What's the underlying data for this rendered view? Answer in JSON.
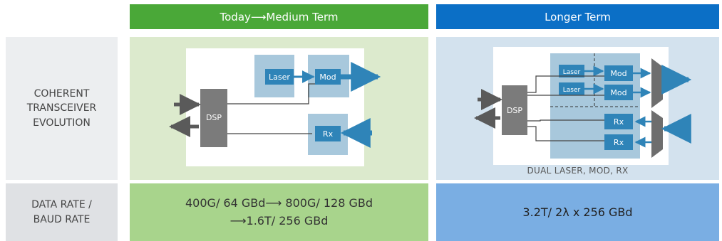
{
  "headers": {
    "green": "Today⟶Medium Term",
    "blue": "Longer Term"
  },
  "row_labels": {
    "top": [
      "COHERENT",
      "TRANSCEIVER",
      "EVOLUTION"
    ],
    "bottom": [
      "DATA RATE /",
      "BAUD RATE"
    ]
  },
  "diagram_left": {
    "dsp": "DSP",
    "laser": "Laser",
    "mod": "Mod",
    "rx": "Rx"
  },
  "diagram_right": {
    "dsp": "DSP",
    "laser1": "Laser",
    "laser2": "Laser",
    "mod1": "Mod",
    "mod2": "Mod",
    "rx1": "Rx",
    "rx2": "Rx",
    "caption": "DUAL LASER, MOD, RX"
  },
  "rates": {
    "green_line1": "400G/ 64 GBd⟶ 800G/ 128 GBd",
    "green_line2": "⟶1.6T/ 256 GBd",
    "blue": "3.2T/ 2λ x 256 GBd"
  },
  "colors": {
    "green_header": "#4aa838",
    "blue_header": "#0b6fc6",
    "component_blue": "#2f84b8",
    "dsp_gray": "#7b7b7b"
  }
}
